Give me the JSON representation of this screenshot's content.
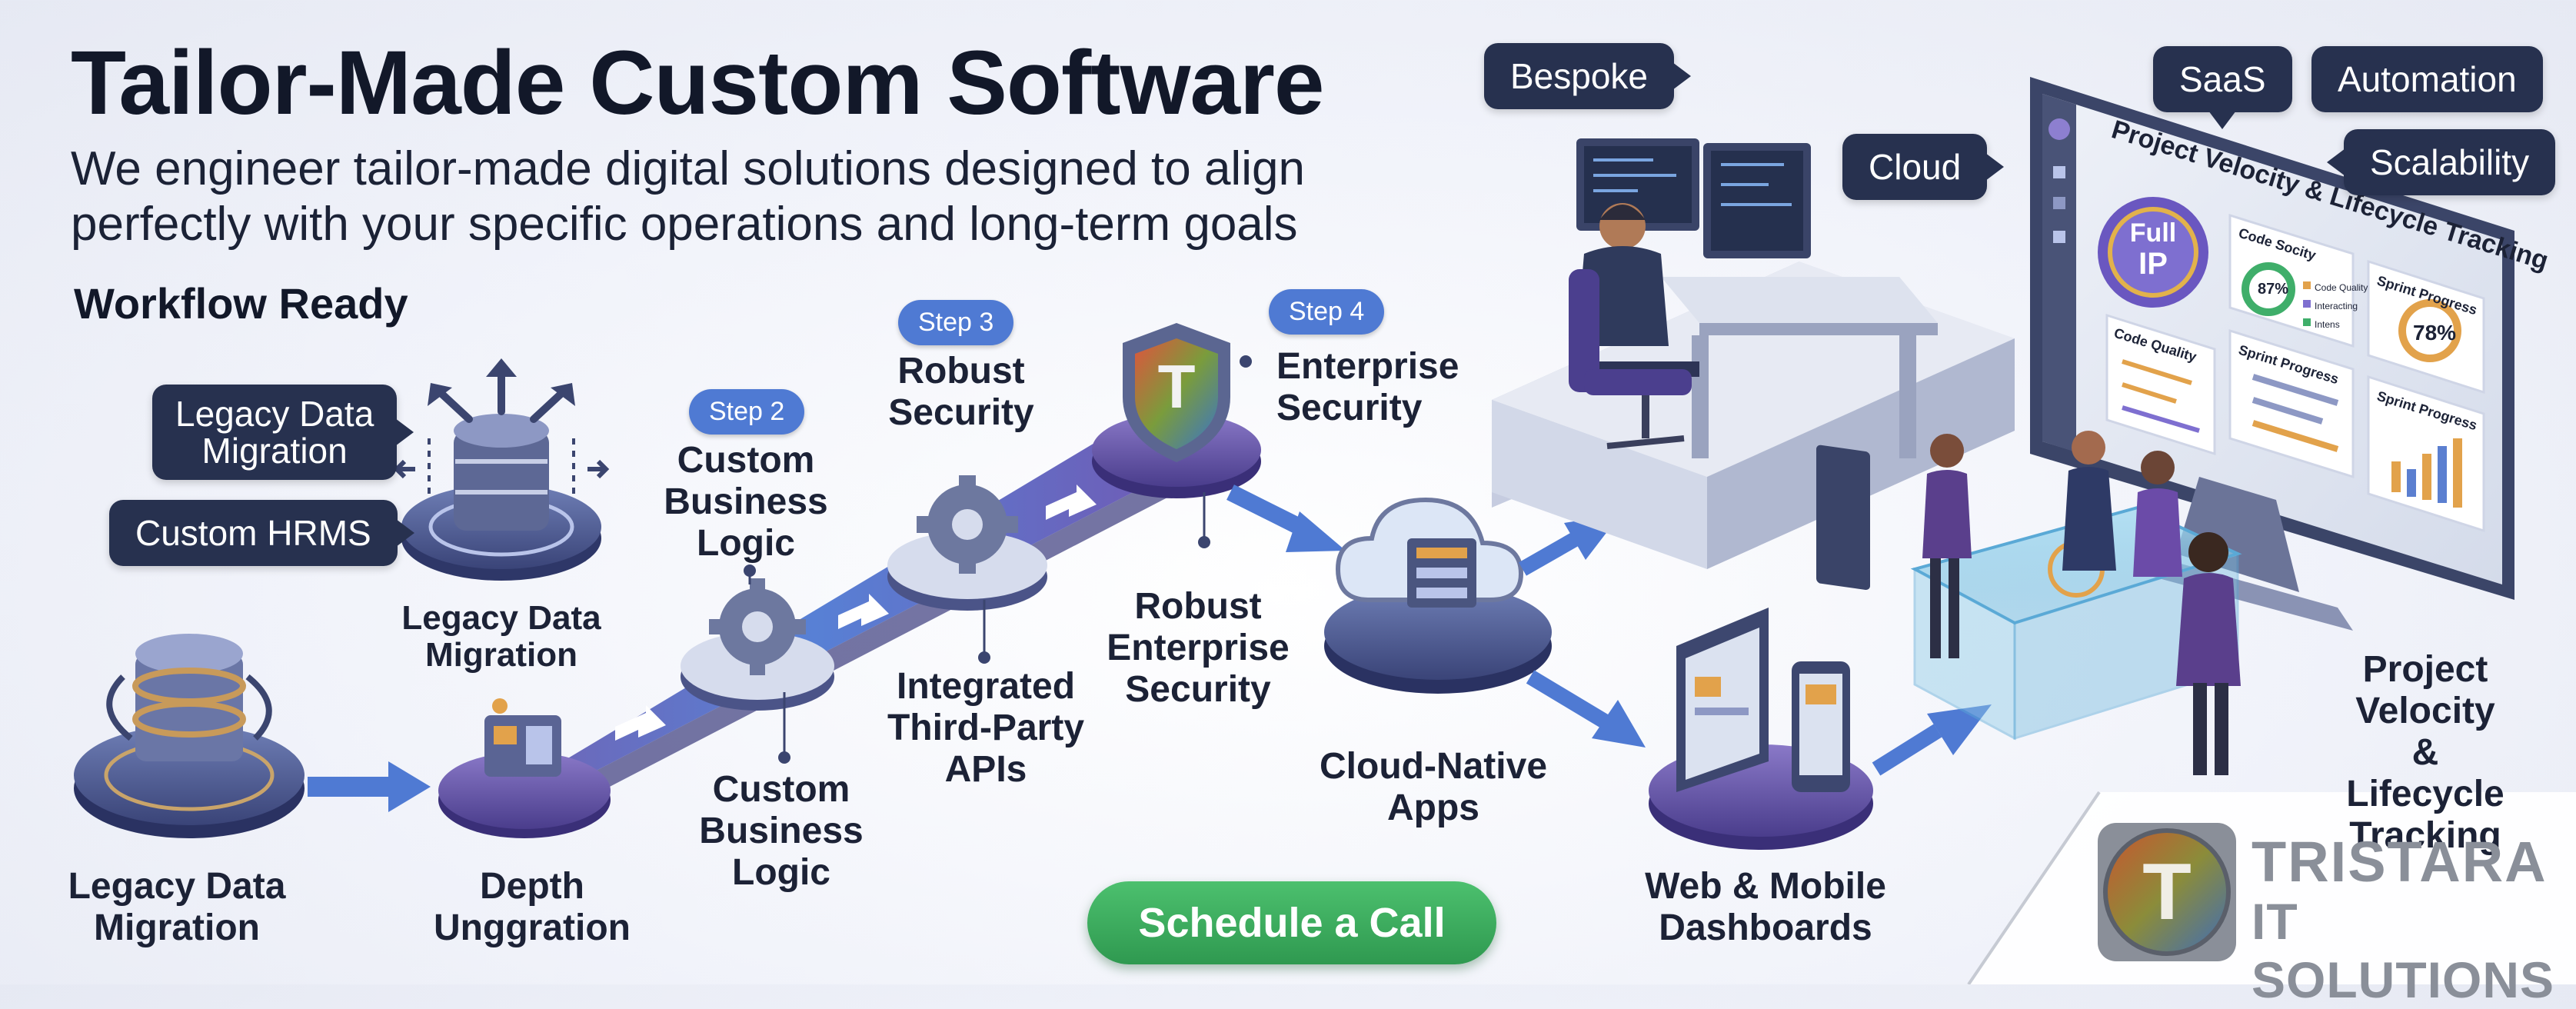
{
  "header": {
    "title": "Tailor-Made Custom Software",
    "subtitle_line1": "We engineer tailor-made digital solutions designed to align",
    "subtitle_line2": "perfectly with your specific operations and long-term goals",
    "workflow_label": "Workflow Ready"
  },
  "callouts": {
    "legacy_data_migration": "Legacy Data\nMigration",
    "custom_hrms": "Custom HRMS",
    "bespoke": "Bespoke",
    "cloud": "Cloud",
    "saas": "SaaS",
    "automation": "Automation",
    "scalability": "Scalability"
  },
  "steps": {
    "step2": "Step 2",
    "step3": "Step 3",
    "step4": "Step 4"
  },
  "labels": {
    "legacy_data_migration_top": "Legacy Data\nMigration",
    "legacy_data_migration_bottom": "Legacy Data\nMigration",
    "depth_unggration": "Depth\nUnggration",
    "custom_business_logic_top": "Custom\nBusiness\nLogic",
    "custom_business_logic_bottom": "Custom\nBusiness\nLogic",
    "robust_security": "Robust\nSecurity",
    "integrated_apis": "Integrated\nThird-Party\nAPIs",
    "enterprise_security": "Enterprise\nSecurity",
    "robust_enterprise_security": "Robust\nEnterprise\nSecurity",
    "cloud_native_apps": "Cloud-Native\nApps",
    "web_mobile_dashboards": "Web & Mobile\nDashboards",
    "project_velocity": "Project Velocity\n& Lifecycle\nTracking"
  },
  "monitor": {
    "title": "Project Velocity & Lifecycle Tracking",
    "badge_line1": "Full",
    "badge_line2": "IP",
    "card_code_quality": "Code Quality",
    "card_code_socity": "Code Socity",
    "code_percent": "87%",
    "legend_1": "Code Quality",
    "legend_2": "Interacting",
    "legend_3": "Intens",
    "card_sprint_progress": "Sprint Progress",
    "sprint_percent": "78%"
  },
  "shield_letter": "T",
  "cta": {
    "label": "Schedule a Call"
  },
  "brand": {
    "logo_letter": "T",
    "line1": "TRISTARA",
    "line2": "IT SOLUTIONS"
  },
  "colors": {
    "navy": "#27314f",
    "accent_blue": "#4f7ad3",
    "purple": "#5a4a96",
    "cta_green": "#3aaa5c",
    "brand_gray": "#8a8f99"
  }
}
